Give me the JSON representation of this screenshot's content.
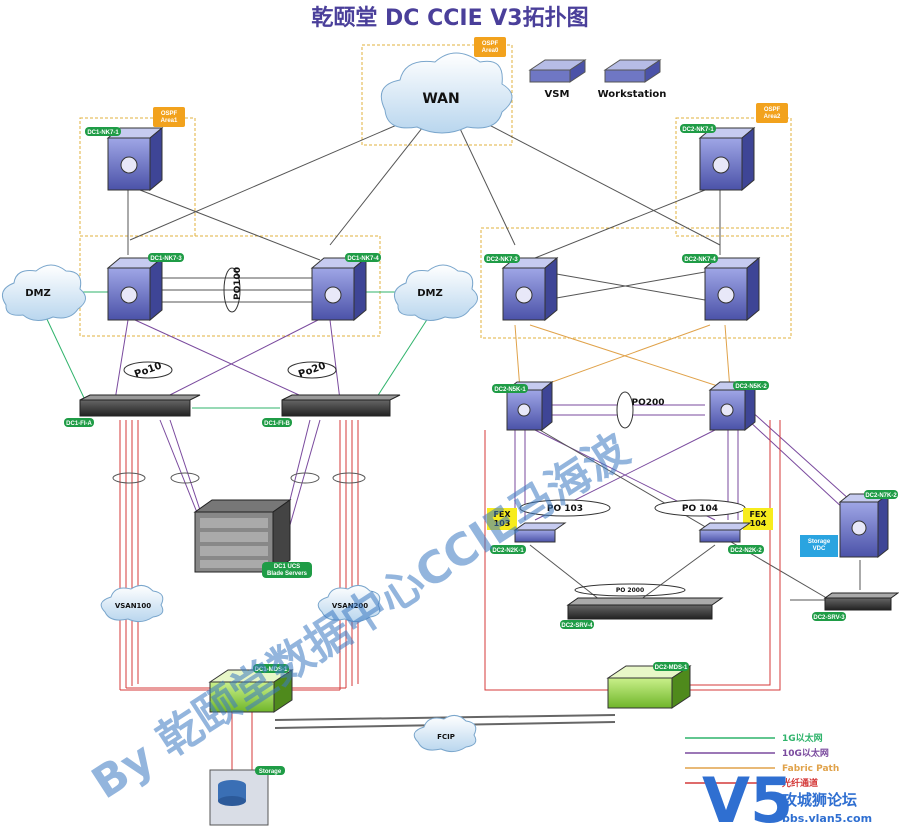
{
  "title": "乾颐堂 DC CCIE V3拓扑图",
  "areas": {
    "area0": "OSPF\nArea0",
    "area1": "OSPF\nArea1",
    "area2": "OSPF\nArea2"
  },
  "clouds": {
    "wan": "WAN",
    "dmz_left": "DMZ",
    "dmz_right": "DMZ",
    "vsan100": "VSAN100",
    "vsan200": "VSAN200",
    "fcip": "FCIP"
  },
  "devices": {
    "vsm": "VSM",
    "workstation": "Workstation",
    "dc1_nk7_1": "DC1-NK7-1",
    "dc1_nk7_3": "DC1-NK7-3",
    "dc1_nk7_4": "DC1-NK7-4",
    "dc2_nk7_1": "DC2-NK7-1",
    "dc2_nk7_3": "DC2-NK7-3",
    "dc2_nk7_4": "DC2-NK7-4",
    "dc1_fi_a": "DC1-FI-A",
    "dc1_fi_b": "DC1-FI-B",
    "dc1_ucs": "DC1 UCS\nBlade Servers",
    "dc2_n5k_1": "DC2-N5K-1",
    "dc2_n5k_2": "DC2-N5K-2",
    "dc2_n2k_1": "DC2-N2K-1",
    "dc2_n2k_2": "DC2-N2K-2",
    "dc2_n7k_2": "DC2-N7K-2",
    "storage_vdc": "Storage\nVDC",
    "dc2_srv_4": "DC2-SRV-4",
    "dc2_srv_3": "DC2-SRV-3",
    "dc1_mds_1": "DC1-MDS-1",
    "dc2_mds_1": "DC2-MDS-1",
    "storage": "Storage",
    "fex103": "FEX\n103",
    "fex104": "FEX\n104"
  },
  "bundles": {
    "po100": "PO100",
    "po10": "Po10",
    "po20": "Po20",
    "po200": "PO200",
    "po103": "PO 103",
    "po104": "PO 104",
    "po2000": "PO 2000"
  },
  "legend": [
    {
      "label": "1G以太网",
      "color": "#2fb36b"
    },
    {
      "label": "10G以太网",
      "color": "#7a4a9e"
    },
    {
      "label": "Fabric Path",
      "color": "#e0a24a"
    },
    {
      "label": "光纤通道",
      "color": "#d43a3a"
    }
  ],
  "watermark": "By 乾颐堂数据中心CCIE马海波",
  "logo": {
    "name": "攻城狮论坛",
    "url": "bbs.vlan5.com"
  }
}
